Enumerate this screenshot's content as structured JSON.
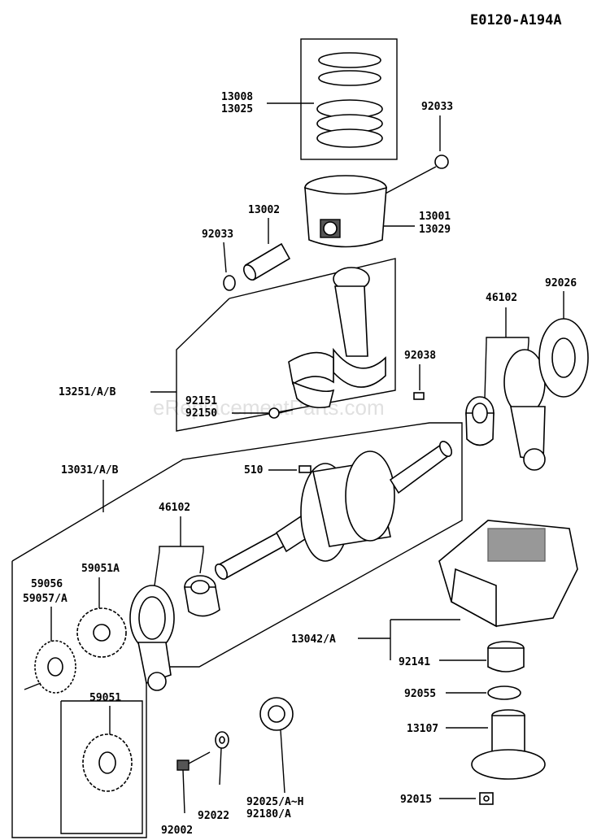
{
  "diagram": {
    "code": "E0120-A194A",
    "watermark": "eReplacementParts.com",
    "labels": {
      "13008": "13008",
      "13025": "13025",
      "92033_top": "92033",
      "13002": "13002",
      "92033_left": "92033",
      "13001": "13001",
      "13029": "13029",
      "46102_top": "46102",
      "92026": "92026",
      "92038": "92038",
      "13251": "13251/A/B",
      "92151": "92151",
      "92150": "92150",
      "13031": "13031/A/B",
      "510": "510",
      "46102_mid": "46102",
      "59051A": "59051A",
      "59056": "59056",
      "59057": "59057/A",
      "59051": "59051",
      "13042": "13042/A",
      "92141": "92141",
      "92055": "92055",
      "13107": "13107",
      "92025": "92025/A~H",
      "92180": "92180/A",
      "92002": "92002",
      "92022": "92022",
      "92015": "92015"
    }
  }
}
